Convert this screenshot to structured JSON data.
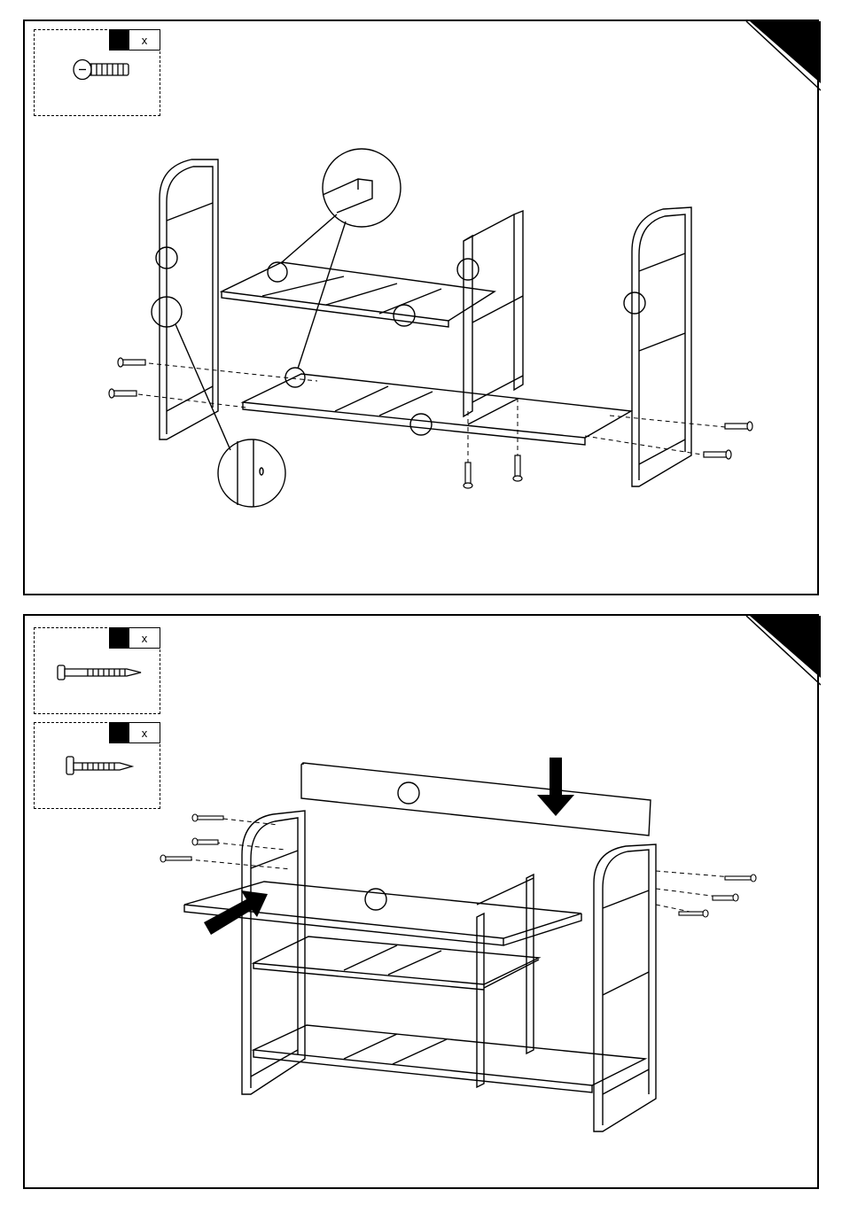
{
  "steps": [
    {
      "hardware": [
        {
          "icon": "machine-bolt-icon",
          "qty_label": "x"
        }
      ]
    },
    {
      "hardware": [
        {
          "icon": "long-wood-screw-icon",
          "qty_label": "x"
        },
        {
          "icon": "short-wood-screw-icon",
          "qty_label": "x"
        }
      ]
    }
  ],
  "colors": {
    "line": "#000000",
    "background": "#ffffff"
  }
}
